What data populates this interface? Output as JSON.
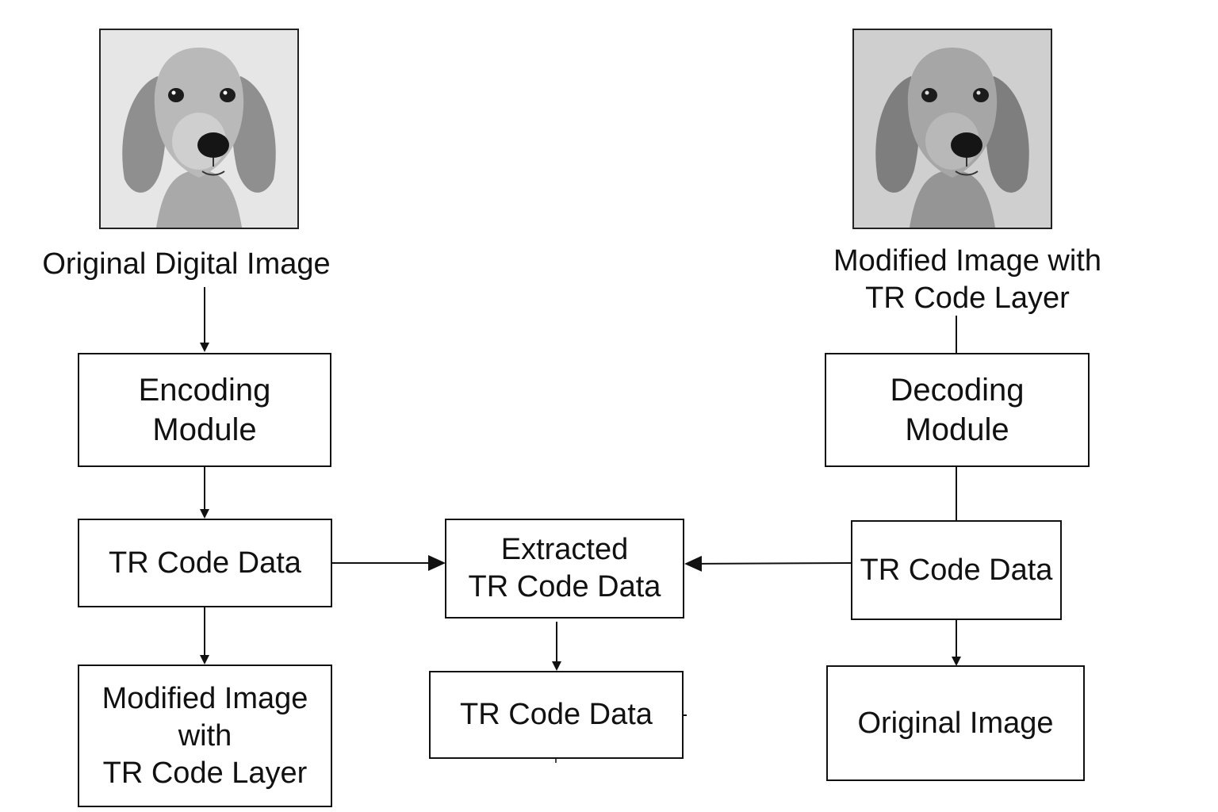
{
  "images": {
    "original": {
      "caption": "Original  Digital Image",
      "icon": "dog-photo-icon"
    },
    "modified": {
      "caption": "Modified Image with\nTR Code Layer",
      "icon": "dog-photo-icon"
    }
  },
  "boxes": {
    "encoding_module": "Encoding\nModule",
    "tr_code_data_left": "TR Code Data",
    "modified_image_output": "Modified Image\nwith\nTR Code Layer",
    "extracted_tr_code_data": "Extracted\nTR Code Data",
    "tr_code_data_center": "TR Code Data",
    "decoding_module": "Decoding\nModule",
    "tr_code_data_right": "TR Code Data",
    "original_image_output": "Original Image"
  },
  "colors": {
    "line": "#111111",
    "original_photo_bg": "#e6e6e6",
    "modified_photo_bg": "#cfcfcf"
  }
}
